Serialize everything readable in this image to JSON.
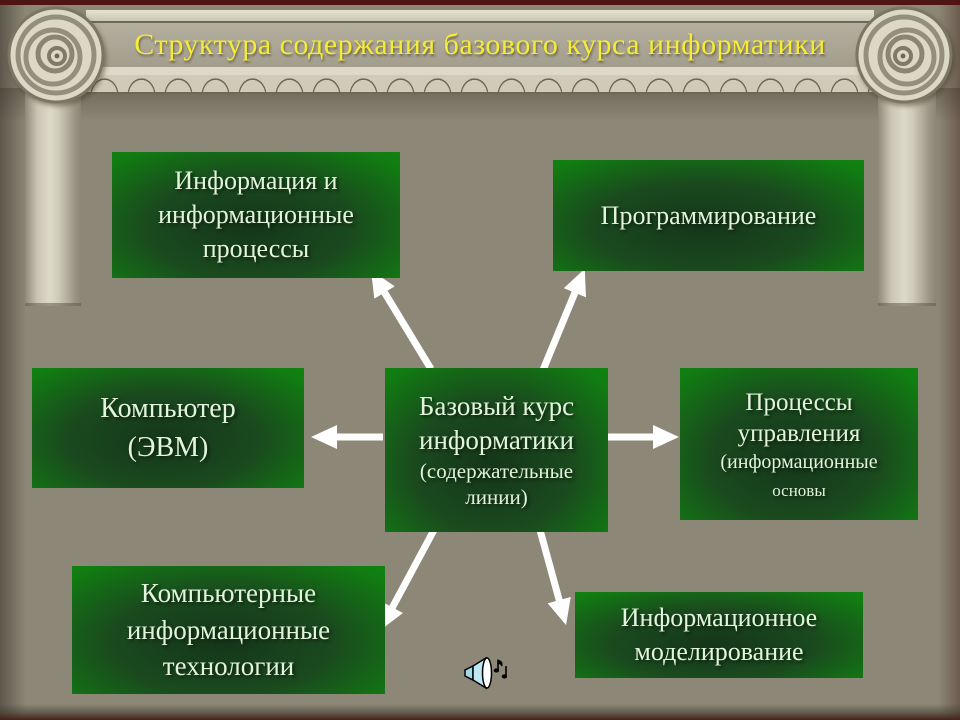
{
  "title": "Структура содержания базового курса информатики",
  "nodes": {
    "top_left": {
      "lines": [
        "Информация и",
        "информационные",
        "процессы"
      ]
    },
    "top_right": {
      "lines": [
        "Программирование"
      ]
    },
    "left": {
      "lines": [
        "Компьютер",
        "(ЭВМ)"
      ]
    },
    "center": {
      "lines": [
        "Базовый курс",
        "информатики",
        "(содержательные",
        "линии)"
      ]
    },
    "right": {
      "lines": [
        "Процессы",
        "управления",
        "(информационные",
        "основы"
      ]
    },
    "bottom_left": {
      "lines": [
        "Компьютерные",
        "информационные",
        "технологии"
      ]
    },
    "bottom_right": {
      "lines": [
        "Информационное",
        "моделирование"
      ]
    }
  },
  "icons": {
    "audio": "speaker-with-music-notes",
    "header_ornament": "ionic-column-capital-with-volutes"
  },
  "colors": {
    "title_text": "#f4eb3a",
    "box_fill_bright": "#0e8a0e",
    "box_fill_dark": "#15361a",
    "box_text": "#e2f4dc",
    "background": "#8d8777",
    "capital_stone": "#a8a392",
    "capital_light": "#ddd9c8",
    "top_border": "#4f1414",
    "arrow": "#ffffff"
  }
}
